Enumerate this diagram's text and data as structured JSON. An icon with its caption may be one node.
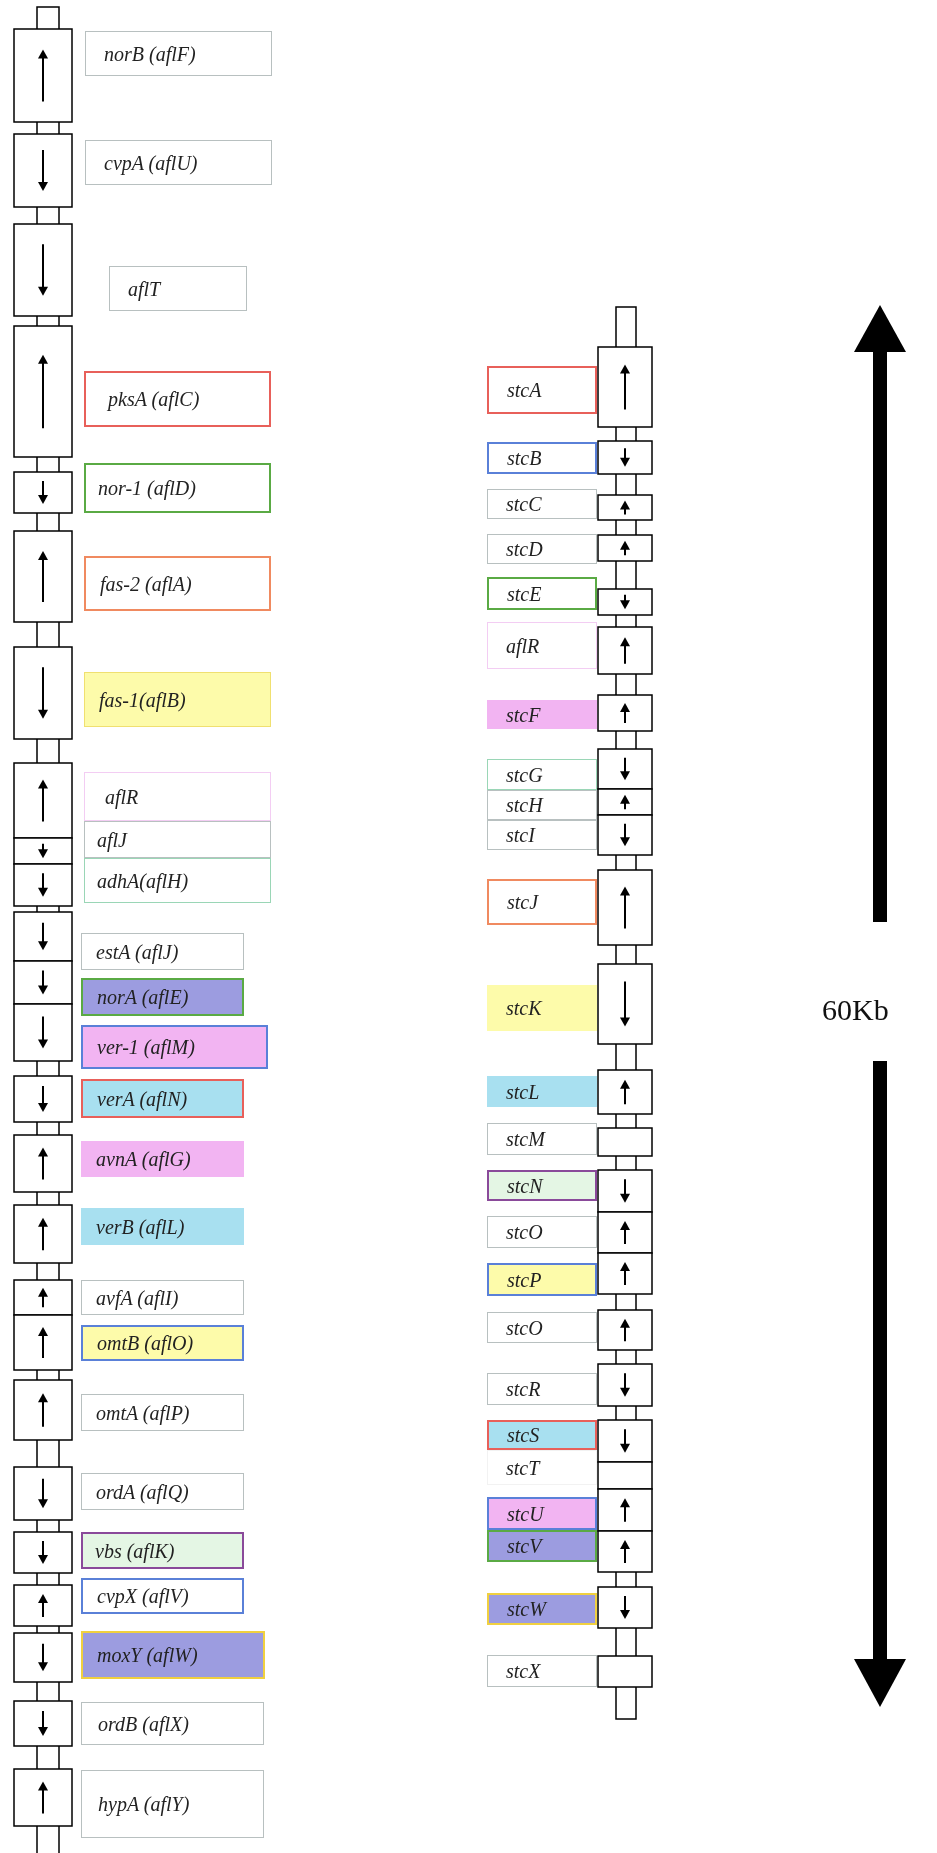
{
  "diagram": {
    "nodes": [
      {
        "text": [
          "norB (aflF)"
        ]
      },
      {
        "text": [
          "cvpA (aflU)"
        ]
      },
      {
        "text": [
          "aflT"
        ]
      },
      {
        "text": [
          "pksA (aflC)"
        ]
      },
      {
        "text": [
          "nor-1 (aflD)"
        ]
      },
      {
        "text": [
          "fas-2 (aflA)"
        ]
      },
      {
        "text": [
          "fas-1(aflB)"
        ]
      },
      {
        "text": [
          "aflR"
        ]
      },
      {
        "text": [
          "aflJ"
        ]
      },
      {
        "text": [
          "adhA(aflH)"
        ]
      },
      {
        "text": [
          "estA (aflJ)"
        ]
      },
      {
        "text": [
          "norA (aflE)"
        ]
      },
      {
        "text": [
          "ver-1 (aflM)"
        ]
      },
      {
        "text": [
          "verA (aflN)"
        ]
      },
      {
        "text": [
          "avnA (aflG)"
        ]
      },
      {
        "text": [
          "verB (aflL)"
        ]
      },
      {
        "text": [
          "avfA (aflI)"
        ]
      },
      {
        "text": [
          "omtB (aflO)"
        ]
      },
      {
        "text": [
          "omtA (aflP)"
        ]
      },
      {
        "text": [
          "ordA (aflQ)"
        ]
      },
      {
        "text": [
          "vbs (aflK)"
        ]
      },
      {
        "text": [
          "cvpX (aflV)"
        ]
      },
      {
        "text": [
          "moxY (aflW)"
        ]
      },
      {
        "text": [
          "ordB (aflX)"
        ]
      },
      {
        "text": [
          "hypA (aflY)"
        ]
      },
      {
        "text": [
          "stcA"
        ]
      },
      {
        "text": [
          "stcB"
        ]
      },
      {
        "text": [
          "stcC"
        ]
      },
      {
        "text": [
          "stcD"
        ]
      },
      {
        "text": [
          "stcE"
        ]
      },
      {
        "text": [
          "aflR"
        ]
      },
      {
        "text": [
          "stcF"
        ]
      },
      {
        "text": [
          "stcG"
        ]
      },
      {
        "text": [
          "stcH"
        ]
      },
      {
        "text": [
          "stcI"
        ]
      },
      {
        "text": [
          "stcJ"
        ]
      },
      {
        "text": [
          "stcK"
        ]
      },
      {
        "text": [
          "stcL"
        ]
      },
      {
        "text": [
          "stcM"
        ]
      },
      {
        "text": [
          "stcN"
        ]
      },
      {
        "text": [
          "stcO"
        ]
      },
      {
        "text": [
          "stcP"
        ]
      },
      {
        "text": [
          "stcO"
        ]
      },
      {
        "text": [
          "stcR"
        ]
      },
      {
        "text": [
          "stcS"
        ]
      },
      {
        "text": [
          "stcT"
        ]
      },
      {
        "text": [
          "stcU"
        ]
      },
      {
        "text": [
          "stcV"
        ]
      },
      {
        "text": [
          "stcW"
        ]
      },
      {
        "text": [
          "stcX"
        ]
      }
    ],
    "labels": [
      "60Kb"
    ]
  }
}
